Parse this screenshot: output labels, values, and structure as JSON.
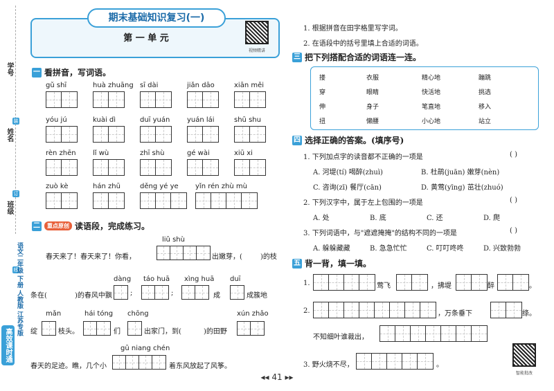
{
  "sidebar": {
    "labels": [
      "学号",
      "姓名",
      "班级"
    ],
    "series": "高效课时通",
    "sub": "语文二年级 下册 人教版 江苏专版",
    "cut_marks": [
      "装",
      "订",
      "线"
    ]
  },
  "title": {
    "main": "期末基础知识复习(一)",
    "unit": "第 一 单 元",
    "qr_label": "视频精讲"
  },
  "sec1": {
    "num": "一",
    "title": "看拼音，写词语。",
    "rows": [
      [
        {
          "py": "gǔ shī",
          "n": 2
        },
        {
          "py": "huà zhuāng",
          "n": 2
        },
        {
          "py": "sī dài",
          "n": 2
        },
        {
          "py": "jiǎn dāo",
          "n": 2
        },
        {
          "py": "xiān měi",
          "n": 2
        }
      ],
      [
        {
          "py": "yóu jú",
          "n": 2
        },
        {
          "py": "kuài dì",
          "n": 2
        },
        {
          "py": "duī yuán",
          "n": 2
        },
        {
          "py": "yuán lái",
          "n": 2
        },
        {
          "py": "shū shu",
          "n": 2
        }
      ],
      [
        {
          "py": "rèn zhēn",
          "n": 2
        },
        {
          "py": "lǐ wù",
          "n": 2
        },
        {
          "py": "zhī shù",
          "n": 2
        },
        {
          "py": "gé wài",
          "n": 2
        },
        {
          "py": "xiū xi",
          "n": 2
        }
      ],
      [
        {
          "py": "zuò kè",
          "n": 2
        },
        {
          "py": "hán zhū",
          "n": 2
        },
        {
          "py": "děng yé ye",
          "n": 3
        },
        {
          "py": "yǐn rén zhù mù",
          "n": 4
        }
      ]
    ]
  },
  "sec2": {
    "num": "二",
    "tag": "重点原创",
    "title": "读语段，完成练习。",
    "l1": [
      "春天来了！春天来了！你看，",
      "出嫩芽，(",
      ")的枝"
    ],
    "l1py": "liǔ shù",
    "l1py2": "",
    "l2": [
      "条在(",
      ")的春风中飘",
      ";",
      "成",
      "成簇地"
    ],
    "l2py": [
      "dàng",
      "táo huā",
      "xìng huā",
      "duī"
    ],
    "l3": [
      "绽",
      "枝头。",
      "们",
      "出家门，到(",
      ")的田野"
    ],
    "l3py": [
      "mǎn",
      "hái tóng",
      "chōng",
      "xún zhǎo"
    ],
    "l4": [
      "春天的足迹。瞧，几个小",
      "着东风放起了风筝。"
    ],
    "l4py": "gū niang chén"
  },
  "right": {
    "q1": "1. 根据拼音在田字格里写字词。",
    "q2": "2. 在语段中的括号里填上合适的词语。",
    "sec3": {
      "num": "三",
      "title": "把下列搭配合适的词语连一连。",
      "col1": [
        "搂",
        "穿",
        "伸",
        "扭"
      ],
      "col2": [
        "衣服",
        "眼睛",
        "身子",
        "懒腰"
      ],
      "col3": [
        "精心地",
        "快活地",
        "笔直地",
        "小心地"
      ],
      "col4": [
        "蹦跳",
        "挑选",
        "移入",
        "站立"
      ]
    },
    "sec4": {
      "num": "四",
      "title": "选择正确的答案。(填序号)",
      "q1": "1. 下列加点字的读音都不正确的一项是",
      "paren": "(     )",
      "q1a": "A. 河堤(tí)  喝醉(zhuì)",
      "q1b": "B. 杜鹃(juān)  嫩芽(nèn)",
      "q1c": "C. 咨询(zī)  餐厅(cān)",
      "q1d": "D. 黄莺(yīng)  茁壮(zhuó)",
      "q2": "2. 下列汉字中，属于左上包围的一项是",
      "q2opts": [
        "A. 处",
        "B. 底",
        "C. 还",
        "D. 爬"
      ],
      "q3": "3. 下列词语中，与\"遮遮掩掩\"的结构不同的一项是",
      "q3opts": [
        "A. 躲躲藏藏",
        "B. 急急忙忙",
        "C. 叮叮咚咚",
        "D. 兴致勃勃"
      ]
    },
    "sec5": {
      "num": "五",
      "title": "背一背，填一填。",
      "r1": [
        "1.",
        "莺飞",
        "，拂堤",
        "醉",
        "。"
      ],
      "r2": [
        "2.",
        "，万条垂下",
        "绦。"
      ],
      "r3": "不知细叶谁裁出，",
      "r4": [
        "3. 野火烧不尽，",
        "。"
      ],
      "qr_label": "智能批改"
    }
  },
  "page": {
    "number": "41"
  }
}
